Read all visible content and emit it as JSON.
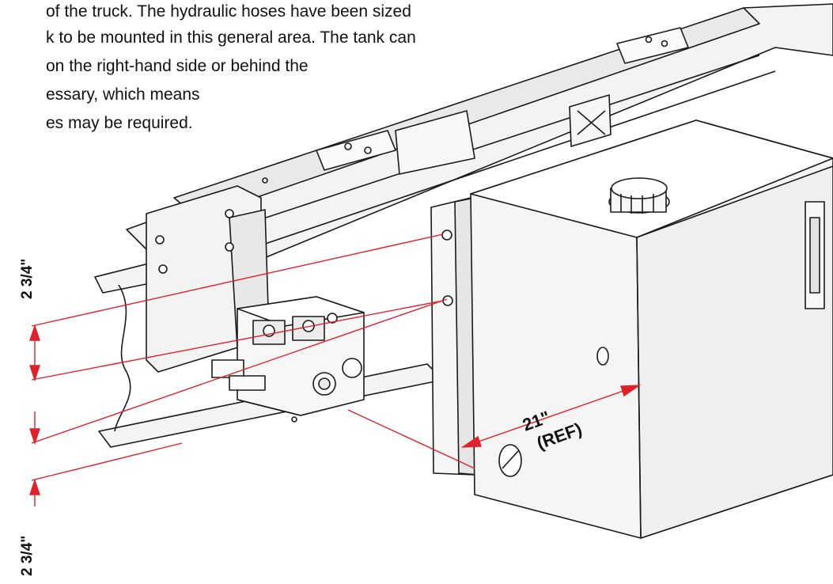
{
  "paragraph": {
    "lines": [
      "of the truck.  The hydraulic hoses have been sized",
      "k to be mounted in this general area.  The tank can",
      " on the right-hand side or behind the",
      "essary, which means",
      "es may be required."
    ]
  },
  "dimensions": {
    "upper_spacing": "2 3/4\"",
    "lower_spacing": "2 3/4\"",
    "tank_length": "21\"",
    "tank_length_note": "(REF)"
  },
  "colors": {
    "dimension_line": "#e0202a",
    "outline": "#1a1a1a",
    "fill": "#f2f2f2"
  }
}
